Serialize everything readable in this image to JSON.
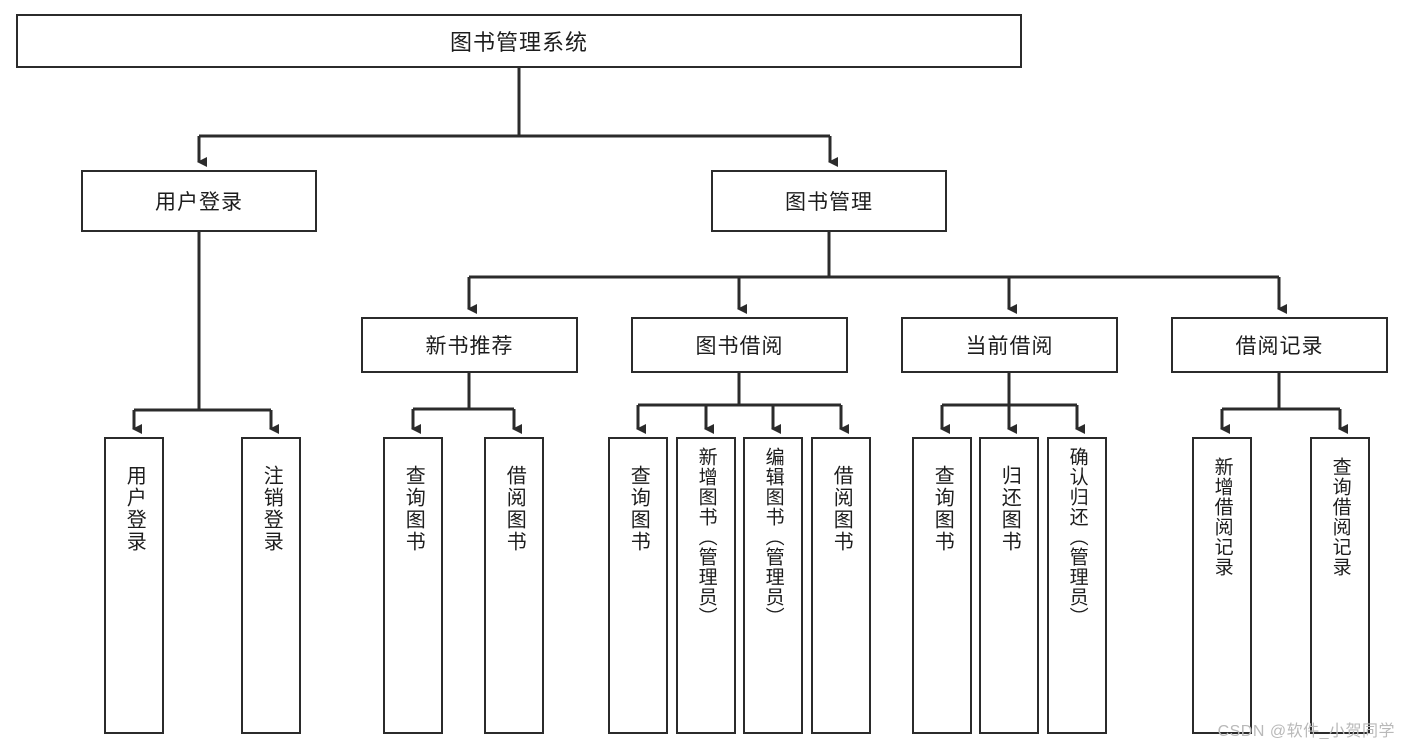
{
  "diagram": {
    "title": "图书管理系统",
    "type": "hierarchy-tree",
    "root": {
      "label": "图书管理系统"
    },
    "level2": [
      {
        "label": "用户登录"
      },
      {
        "label": "图书管理"
      }
    ],
    "level3": [
      {
        "label": "新书推荐"
      },
      {
        "label": "图书借阅"
      },
      {
        "label": "当前借阅"
      },
      {
        "label": "借阅记录"
      }
    ],
    "leaves": {
      "user_login": [
        {
          "label": "用户登录"
        },
        {
          "label": "注销登录"
        }
      ],
      "new_book_recommend": [
        {
          "label": "查询图书"
        },
        {
          "label": "借阅图书"
        }
      ],
      "book_borrow": [
        {
          "label": "查询图书"
        },
        {
          "label": "新增图书（管理员）"
        },
        {
          "label": "编辑图书（管理员）"
        },
        {
          "label": "借阅图书"
        }
      ],
      "current_borrow": [
        {
          "label": "查询图书"
        },
        {
          "label": "归还图书"
        },
        {
          "label": "确认归还（管理员）"
        }
      ],
      "borrow_record": [
        {
          "label": "新增借阅记录"
        },
        {
          "label": "查询借阅记录"
        }
      ]
    }
  },
  "watermark": {
    "text": "CSDN @软件_小贺同学"
  },
  "colors": {
    "box_border": "#2b2b2b",
    "box_fill": "#ffffff",
    "text": "#1d1d1d",
    "connector": "#2b2b2b",
    "watermark": "#b9b9b9"
  }
}
